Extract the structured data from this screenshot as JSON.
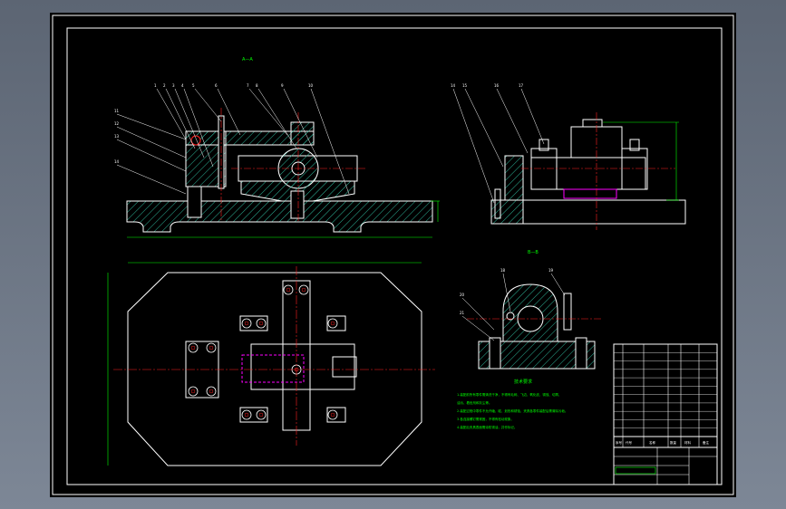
{
  "colors": {
    "background": "#6b7482",
    "sheet": "#000000",
    "outline": "#ffffff",
    "hatch": "#2fb89c",
    "dimension": "#00ff00",
    "centerline": "#ff2020",
    "highlight": "#ff00ff",
    "leader": "#ffffff"
  },
  "views": {
    "section_a_label": "A—A",
    "section_b_label": "B—B"
  },
  "balloons_front": [
    "1",
    "2",
    "3",
    "4",
    "5",
    "6",
    "7",
    "8",
    "9",
    "10",
    "11",
    "12",
    "13",
    "14"
  ],
  "balloons_side": [
    "14",
    "15",
    "16",
    "17"
  ],
  "balloons_section": [
    "18",
    "19",
    "20",
    "21"
  ],
  "notes": {
    "title": "技术要求",
    "lines": [
      "1.装配前所有零件需清洗干净，不得有毛刺、飞边、氧化皮、锈蚀、切屑、",
      "油污、着色剂和灰尘等。",
      "2.装配过程中零件不允许磕、碰、划伤和锈蚀，夹具各零件装配后需清除污垢。",
      "3.各连接螺钉需紧固，不得有松动现象。",
      "4.装配后夹具表面需涂防锈油，并作标记。"
    ]
  },
  "title_block": {
    "column_headers": [
      "序号",
      "代号",
      "名称",
      "数量",
      "材料",
      "备注"
    ],
    "rows": 11
  }
}
